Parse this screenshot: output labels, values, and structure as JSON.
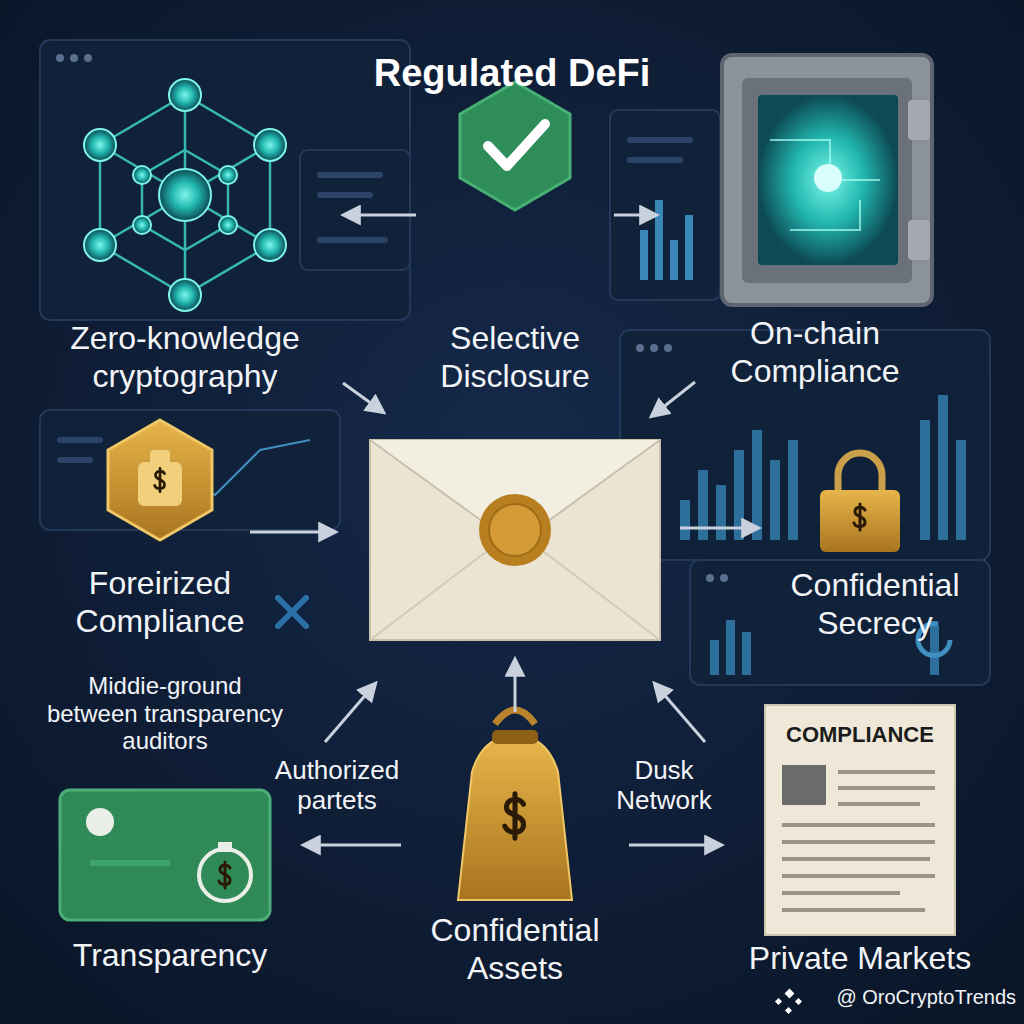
{
  "diagram": {
    "title": "Regulated DeFi",
    "nodes": [
      {
        "text": [
          "Zero-knowledge cryptography"
        ]
      },
      {
        "text": [
          "Selective Disclosure"
        ]
      },
      {
        "text": [
          "On-chain Compliance"
        ]
      },
      {
        "text": [
          "Foreirized Compliance"
        ]
      },
      {
        "text": [
          "Confidential Secrecy"
        ]
      },
      {
        "text": [
          "Transparency"
        ]
      },
      {
        "text": [
          "Confidential Assets"
        ]
      },
      {
        "text": [
          "COMPLIANCE",
          "Private Markets"
        ]
      }
    ],
    "edges": [
      {
        "from": 1,
        "to": 0,
        "arrow": "to"
      },
      {
        "from": 1,
        "to": 2,
        "arrow": "to"
      },
      {
        "from": 6,
        "to": 5,
        "arrow": "to"
      },
      {
        "from": 6,
        "to": 7,
        "arrow": "to"
      }
    ],
    "labels": [
      "Middie-ground between transparency auditors",
      "Authorized partets",
      "Dusk Network",
      "@ OroCryptoTrends"
    ]
  }
}
